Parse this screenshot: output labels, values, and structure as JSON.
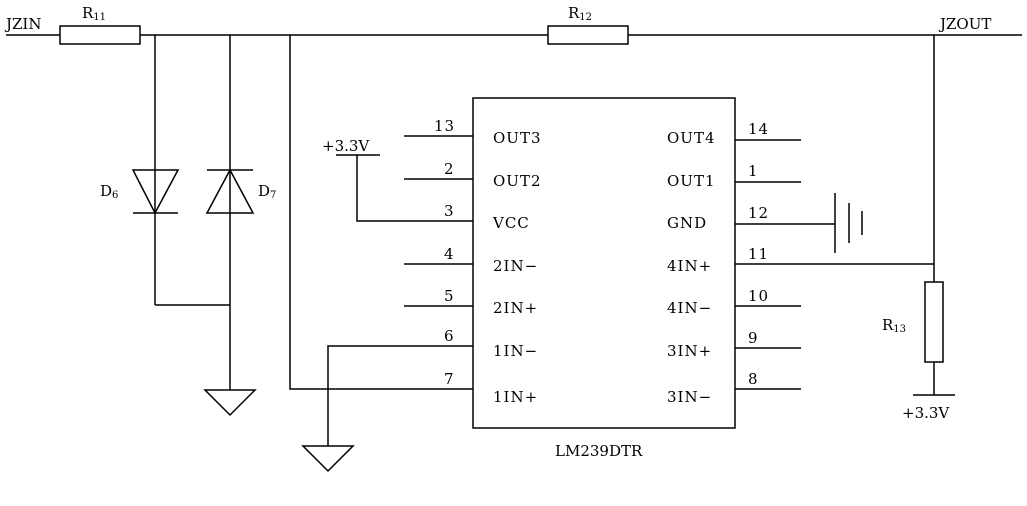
{
  "labels": {
    "jzin": "JZIN",
    "jzout": "JZOUT",
    "r11": "R",
    "r11_sub": "11",
    "r12": "R",
    "r12_sub": "12",
    "r13": "R",
    "r13_sub": "13",
    "d6": "D",
    "d6_sub": "6",
    "d7": "D",
    "d7_sub": "7",
    "vcc_supply": "+3.3V",
    "r13_supply": "+3.3V",
    "chip": "LM239DTR"
  },
  "ic": {
    "left_pins": [
      {
        "num": "13",
        "name": "OUT3"
      },
      {
        "num": "2",
        "name": "OUT2"
      },
      {
        "num": "3",
        "name": "VCC"
      },
      {
        "num": "4",
        "name": "2IN−"
      },
      {
        "num": "5",
        "name": "2IN+"
      },
      {
        "num": "6",
        "name": "1IN−"
      },
      {
        "num": "7",
        "name": "1IN+"
      }
    ],
    "right_pins": [
      {
        "num": "14",
        "name": "OUT4"
      },
      {
        "num": "1",
        "name": "OUT1"
      },
      {
        "num": "12",
        "name": "GND"
      },
      {
        "num": "11",
        "name": "4IN+"
      },
      {
        "num": "10",
        "name": "4IN−"
      },
      {
        "num": "9",
        "name": "3IN+"
      },
      {
        "num": "8",
        "name": "3IN−"
      }
    ]
  }
}
